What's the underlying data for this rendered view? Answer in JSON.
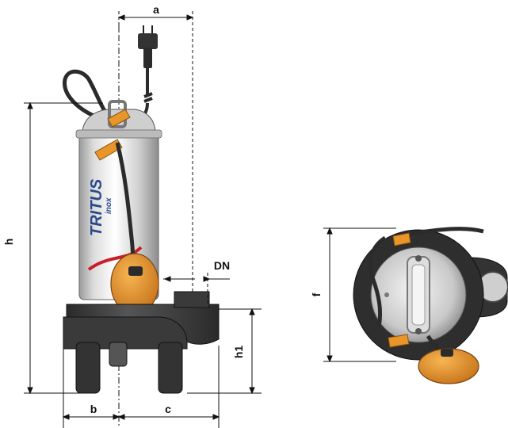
{
  "dimensions": {
    "a": "a",
    "b": "b",
    "c": "c",
    "h": "h",
    "h1": "h1",
    "f": "f",
    "dn": "DN"
  },
  "brand": {
    "name": "TRITUS",
    "sub": "inox"
  },
  "colors": {
    "orange": "#e8952a",
    "body_dark": "#3a3a3a",
    "steel_light": "#e9e9e9",
    "steel_mid": "#bdbdbd",
    "cable": "#2b2b2b",
    "brand_red": "#c8202a",
    "brand_blue": "#2a4a8a",
    "line": "#111111"
  }
}
